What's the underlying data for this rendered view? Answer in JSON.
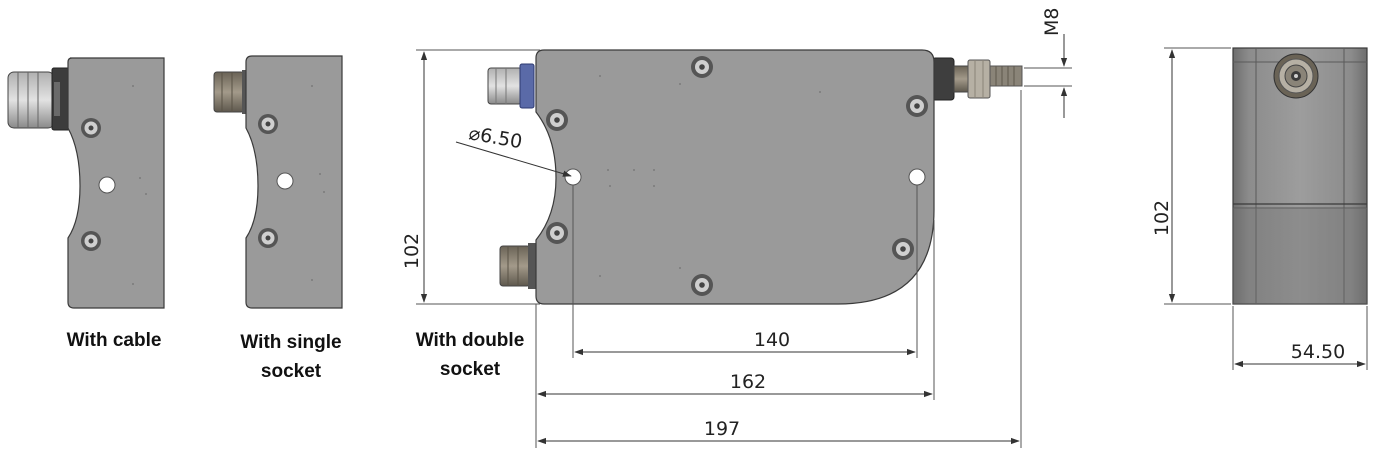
{
  "captions": {
    "cable": "With cable",
    "single_line1": "With single",
    "single_line2": "socket",
    "double_line1": "With double",
    "double_line2": "socket"
  },
  "dimensions": {
    "height_front": "102",
    "hole_diameter": "⌀6.50",
    "hole_spacing": "140",
    "body_length": "162",
    "overall_length": "197",
    "thread": "M8",
    "height_side": "102",
    "width_side": "54.50"
  },
  "colors": {
    "body_fill": "#9a9a9a",
    "body_stroke": "#3a3a3a",
    "connector_fill": "#7d7466",
    "thread_fill": "#8a8478",
    "blue_connector": "#5a6aa8",
    "dimension_line": "#333333"
  }
}
